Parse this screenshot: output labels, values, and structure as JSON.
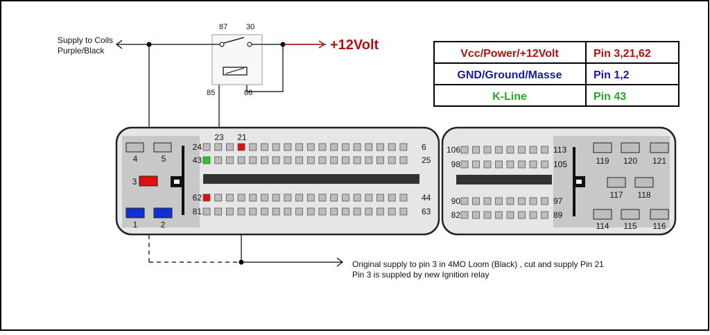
{
  "colors": {
    "power": "#b01010",
    "ground": "#1a1a9a",
    "kline": "#22aa22",
    "pin_power": "#e01010",
    "pin_kline": "#22cc22",
    "pin_ground": "#1030d0",
    "connector_body": "#e6e6e6",
    "inner_panel": "#c8c8c8",
    "pin_fill": "#bdbdbd",
    "slot": "#333333"
  },
  "supply_label": {
    "line1": "Supply to Coils",
    "line2": "Purple/Black"
  },
  "plus12": "+12Volt",
  "relay": {
    "pin87": "87",
    "pin30": "30",
    "pin85": "85",
    "pin86": "86"
  },
  "legend": [
    {
      "left": "Vcc/Power/+12Volt",
      "right": "Pin 3,21,62",
      "color": "power"
    },
    {
      "left": "GND/Ground/Masse",
      "right": "Pin 1,2",
      "color": "ground"
    },
    {
      "left": "K-Line",
      "right": "Pin 43",
      "color": "kline"
    }
  ],
  "connector_a": {
    "top_labels": {
      "p23": "23",
      "p21": "21"
    },
    "rows": [
      {
        "left": "24",
        "right": "6"
      },
      {
        "left": "43",
        "right": "25"
      },
      {
        "left": "62",
        "right": "44"
      },
      {
        "left": "81",
        "right": "63"
      }
    ],
    "side_pins": {
      "p4": "4",
      "p5": "5",
      "p3": "3",
      "p1": "1",
      "p2": "2"
    }
  },
  "connector_b": {
    "rows": [
      {
        "left": "106",
        "right": "113"
      },
      {
        "left": "98",
        "right": "105"
      },
      {
        "left": "90",
        "right": "97"
      },
      {
        "left": "82",
        "right": "89"
      }
    ],
    "side_pins": [
      "119",
      "120",
      "121",
      "117",
      "118",
      "114",
      "115",
      "116"
    ]
  },
  "note": {
    "line1": "Original supply to pin 3 in 4MO Loom (Black) , cut and supply Pin 21",
    "line2": "Pin 3 is suppled by new Ignition relay"
  }
}
